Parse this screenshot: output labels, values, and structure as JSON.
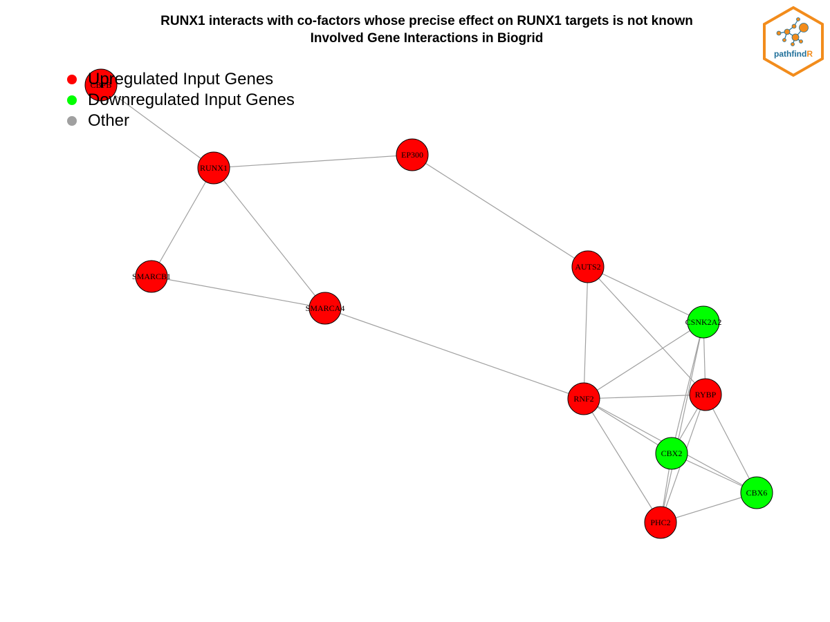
{
  "title": {
    "line1": "RUNX1 interacts with co-factors whose precise effect on RUNX1 targets is not known",
    "line2": "Involved Gene Interactions in Biogrid"
  },
  "legend": [
    {
      "label": "Upregulated Input Genes",
      "color": "#ff0000"
    },
    {
      "label": "Downregulated Input Genes",
      "color": "#00ff00"
    },
    {
      "label": "Other",
      "color": "#a0a0a0"
    }
  ],
  "colors": {
    "edge": "#a0a0a0",
    "node_stroke": "#000000",
    "logo_orange": "#f28c1c",
    "logo_blue": "#1f6f99"
  },
  "logo": {
    "text_main": "pathfind",
    "text_accent": "R"
  },
  "network": {
    "nodes": [
      {
        "id": "CBFB",
        "label": "CBFB",
        "group": "up"
      },
      {
        "id": "RUNX1",
        "label": "RUNX1",
        "group": "up"
      },
      {
        "id": "EP300",
        "label": "EP300",
        "group": "up"
      },
      {
        "id": "SMARCB1",
        "label": "SMARCB1",
        "group": "up"
      },
      {
        "id": "SMARCA4",
        "label": "SMARCA4",
        "group": "up"
      },
      {
        "id": "AUTS2",
        "label": "AUTS2",
        "group": "up"
      },
      {
        "id": "CSNK2A2",
        "label": "CSNK2A2",
        "group": "down"
      },
      {
        "id": "RNF2",
        "label": "RNF2",
        "group": "up"
      },
      {
        "id": "RYBP",
        "label": "RYBP",
        "group": "up"
      },
      {
        "id": "CBX2",
        "label": "CBX2",
        "group": "down"
      },
      {
        "id": "CBX6",
        "label": "CBX6",
        "group": "down"
      },
      {
        "id": "PHC2",
        "label": "PHC2",
        "group": "up"
      }
    ],
    "edges": [
      [
        "CBFB",
        "RUNX1"
      ],
      [
        "RUNX1",
        "EP300"
      ],
      [
        "RUNX1",
        "SMARCB1"
      ],
      [
        "RUNX1",
        "SMARCA4"
      ],
      [
        "SMARCB1",
        "SMARCA4"
      ],
      [
        "SMARCA4",
        "RNF2"
      ],
      [
        "EP300",
        "AUTS2"
      ],
      [
        "AUTS2",
        "CSNK2A2"
      ],
      [
        "AUTS2",
        "RNF2"
      ],
      [
        "AUTS2",
        "RYBP"
      ],
      [
        "CSNK2A2",
        "RNF2"
      ],
      [
        "CSNK2A2",
        "RYBP"
      ],
      [
        "CSNK2A2",
        "CBX2"
      ],
      [
        "CSNK2A2",
        "PHC2"
      ],
      [
        "RNF2",
        "RYBP"
      ],
      [
        "RNF2",
        "CBX2"
      ],
      [
        "RNF2",
        "CBX6"
      ],
      [
        "RNF2",
        "PHC2"
      ],
      [
        "RYBP",
        "CBX2"
      ],
      [
        "RYBP",
        "CBX6"
      ],
      [
        "RYBP",
        "PHC2"
      ],
      [
        "CBX2",
        "CBX6"
      ],
      [
        "CBX2",
        "PHC2"
      ],
      [
        "CBX6",
        "PHC2"
      ]
    ]
  }
}
